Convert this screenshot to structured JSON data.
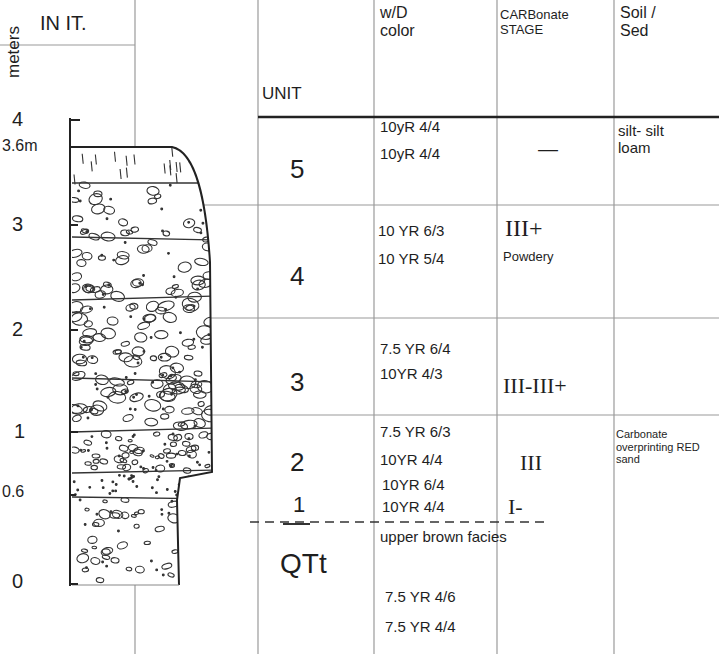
{
  "diagram": {
    "labels": [
      "meters",
      "IN IT.",
      "UNIT",
      "w/D color",
      "CARBonate STAGE",
      "Soil / Sed",
      "4",
      "3.6m",
      "5",
      "10yR 4/4",
      "10yR 4/4",
      "—",
      "silt- silt loam",
      "3",
      "4",
      "10 YR 6/3",
      "10 YR 5/4",
      "III+",
      "Powdery",
      "2",
      "3",
      "7.5 YR 6/4",
      "10YR 4/3",
      "III-III+",
      "2",
      "7.5 YR 6/3",
      "10YR 4/4",
      "III",
      "Carbonate overprinting RED sand",
      "1",
      "10YR 6/4",
      "1",
      "10YR 4/4",
      "I-",
      "0.6",
      "QTt",
      "upper brown facies",
      "0",
      "7.5 YR 4/6",
      "7.5 YR 4/4"
    ]
  }
}
